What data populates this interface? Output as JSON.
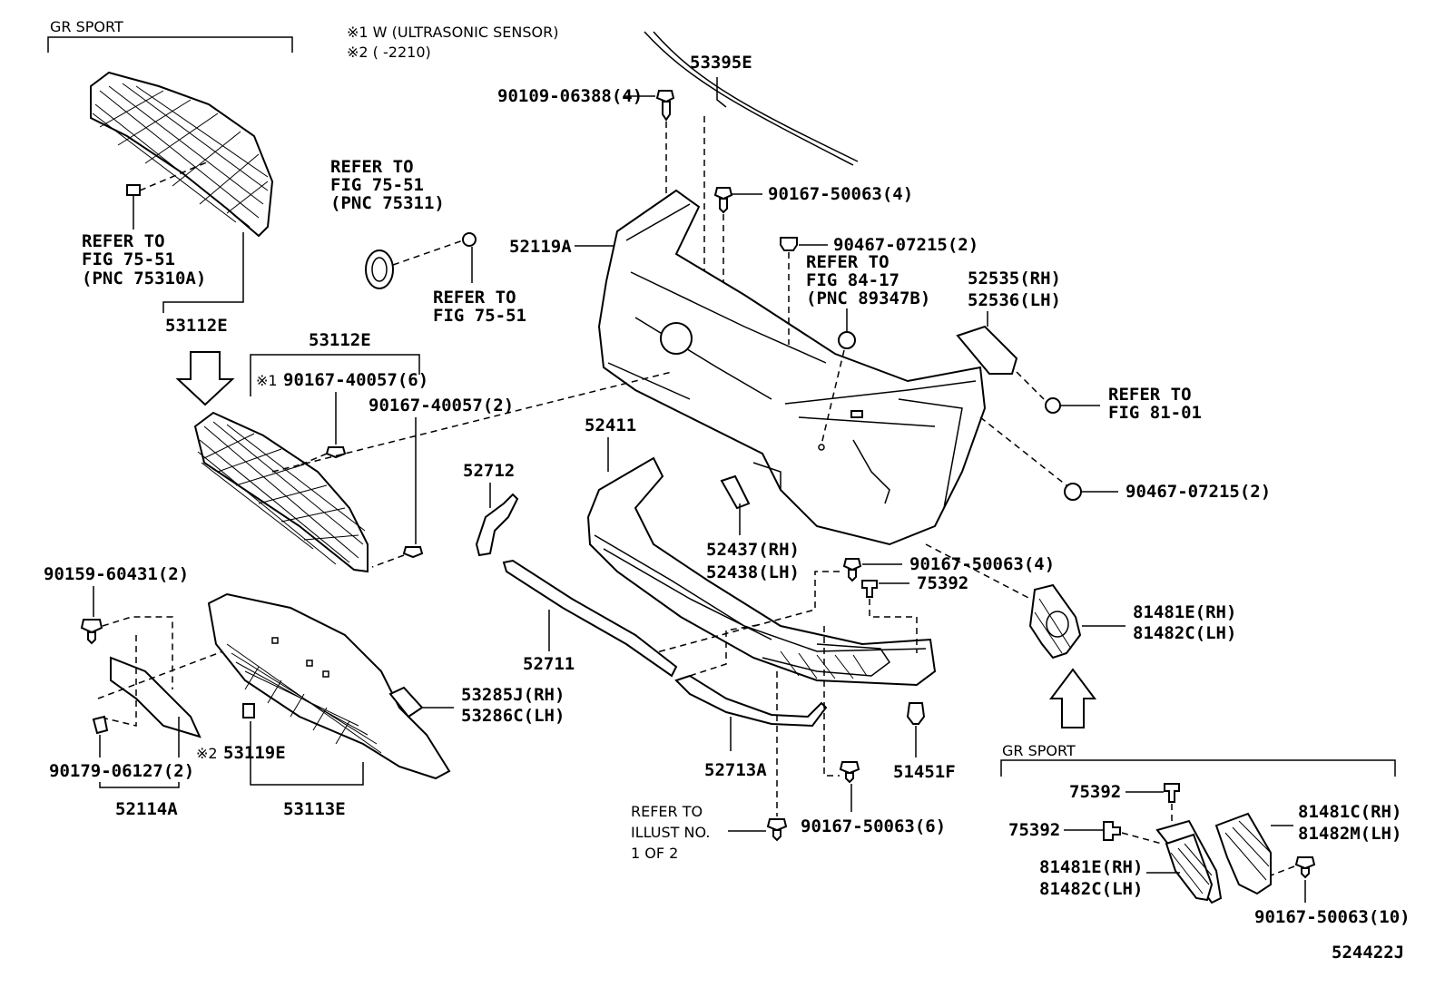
{
  "diagram": {
    "notes": {
      "note1": "※1 W (ULTRASONIC SENSOR)",
      "note2": "※2 (      -2210)"
    },
    "groups": {
      "gr_sport_top": "GR SPORT",
      "gr_sport_bottom": "GR SPORT"
    },
    "parts": {
      "p53395E": "53395E",
      "p90109": "90109-06388(4)",
      "p90167_50063_4_top": "90167-50063(4)",
      "p52119A": "52119A",
      "p90467_top": "90467-07215(2)",
      "p52535": "52535(RH)",
      "p52536": "52536(LH)",
      "p53112E_top": "53112E",
      "p53112E_mid": "53112E",
      "p90167_40057_6": "90167-40057(6)",
      "p90167_40057_2": "90167-40057(2)",
      "p52411": "52411",
      "p52712": "52712",
      "p90467_right": "90467-07215(2)",
      "p52437": "52437(RH)",
      "p52438": "52438(LH)",
      "p90167_50063_4_mid": "90167-50063(4)",
      "p75392_mid": "75392",
      "p81481E": "81481E(RH)",
      "p81482C": "81482C(LH)",
      "p90159": "90159-60431(2)",
      "p52711": "52711",
      "p53285J": "53285J(RH)",
      "p53286C": "53286C(LH)",
      "p53119E": "53119E",
      "p90179": "90179-06127(2)",
      "p52114A": "52114A",
      "p53113E": "53113E",
      "p52713A": "52713A",
      "p51451F": "51451F",
      "p90167_50063_6": "90167-50063(6)",
      "p75392_b1": "75392",
      "p75392_b2": "75392",
      "p81481C": "81481C(RH)",
      "p81482M": "81482M(LH)",
      "p81481E_b": "81481E(RH)",
      "p81482C_b": "81482C(LH)",
      "p90167_50063_10": "90167-50063(10)",
      "mark1": "※1",
      "mark2": "※2"
    },
    "refs": {
      "r1_l1": "REFER TO",
      "r1_l2": "FIG 75-51",
      "r1_l3": "(PNC 75310A)",
      "r2_l1": "REFER TO",
      "r2_l2": "FIG 75-51",
      "r2_l3": "(PNC 75311)",
      "r3_l1": "REFER TO",
      "r3_l2": "FIG 75-51",
      "r4_l1": "REFER TO",
      "r4_l2": "FIG 84-17",
      "r4_l3": "(PNC 89347B)",
      "r5_l1": "REFER TO",
      "r5_l2": "FIG 81-01",
      "r6_l1": "REFER TO",
      "r6_l2": "ILLUST NO.",
      "r6_l3": "1 OF 2"
    },
    "figure_id": "524422J"
  }
}
